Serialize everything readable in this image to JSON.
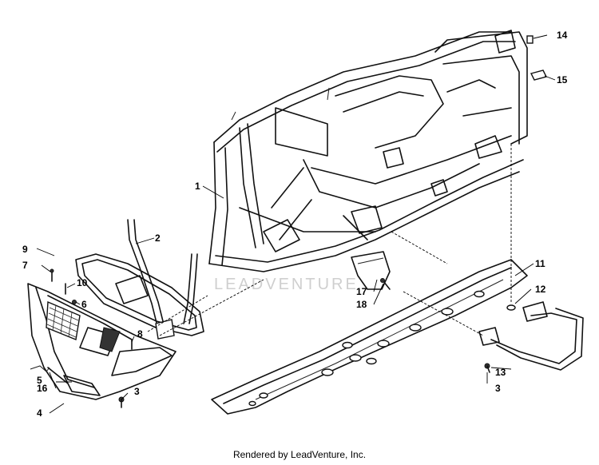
{
  "diagram": {
    "watermark": "LEADVENTURE",
    "footer": "Rendered by LeadVenture, Inc.",
    "callouts": {
      "c1": "1",
      "c2": "2",
      "c3a": "3",
      "c3b": "3",
      "c4": "4",
      "c5": "5",
      "c6": "6",
      "c7": "7",
      "c8": "8",
      "c9": "9",
      "c10": "10",
      "c11": "11",
      "c12": "12",
      "c13": "13",
      "c14": "14",
      "c15": "15",
      "c16": "16",
      "c17": "17",
      "c18": "18"
    }
  }
}
